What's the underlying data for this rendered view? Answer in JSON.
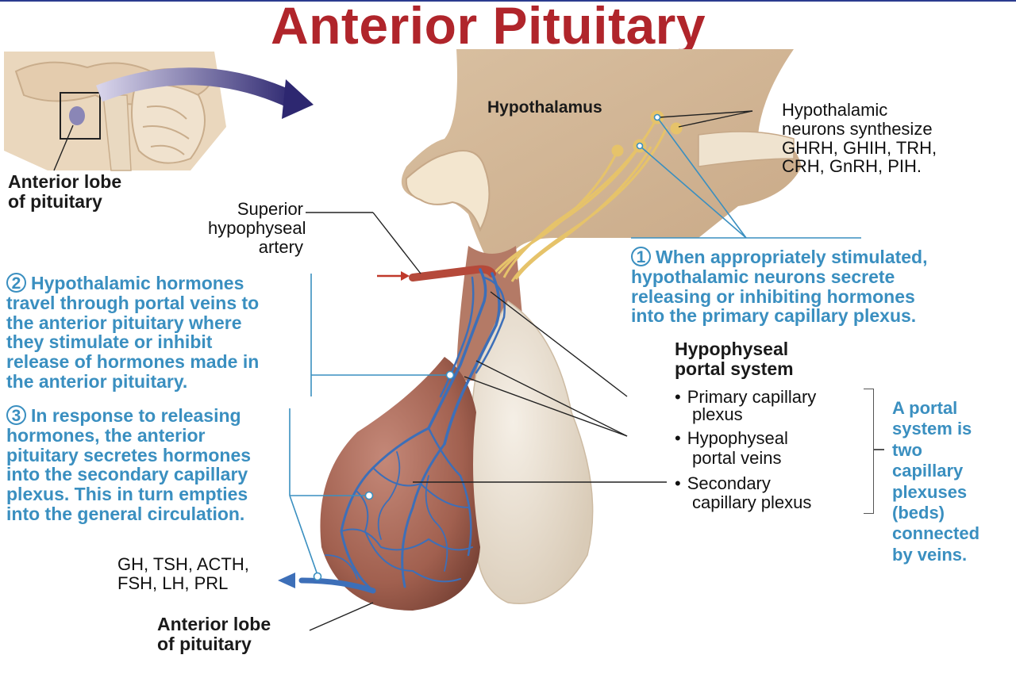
{
  "title": "Anterior Pituitary",
  "labels": {
    "anterior_lobe_inset": [
      "Anterior lobe",
      "of pituitary"
    ],
    "hypothalamus": "Hypothalamus",
    "hypothalamic_neurons": [
      "Hypothalamic",
      "neurons synthesize",
      "GHRH, GHIH, TRH,",
      "CRH, GnRH, PIH."
    ],
    "superior_artery": [
      "Superior",
      "hypophyseal",
      "artery"
    ],
    "portal_system_heading": [
      "Hypophyseal",
      "portal system"
    ],
    "primary_plexus": [
      "Primary capillary",
      "plexus"
    ],
    "portal_veins": [
      "Hypophyseal",
      "portal veins"
    ],
    "secondary_plexus": [
      "Secondary",
      "capillary plexus"
    ],
    "portal_note": [
      "A portal",
      "system is",
      "two",
      "capillary",
      "plexuses",
      "(beds)",
      "connected",
      "by veins."
    ],
    "hormones_out": [
      "GH, TSH, ACTH,",
      "FSH, LH, PRL"
    ],
    "anterior_lobe_bottom": [
      "Anterior lobe",
      "of pituitary"
    ]
  },
  "steps": [
    {
      "number": "1",
      "lines": [
        "When appropriately stimulated,",
        "hypothalamic neurons secrete",
        "releasing or inhibiting hormones",
        "into the primary capillary plexus."
      ]
    },
    {
      "number": "2",
      "lines": [
        "Hypothalamic hormones",
        "travel through portal veins to",
        "the anterior pituitary where",
        "they stimulate or inhibit",
        "release of hormones made in",
        "the anterior pituitary."
      ]
    },
    {
      "number": "3",
      "lines": [
        "In response to releasing",
        "hormones, the anterior",
        "pituitary secretes hormones",
        "into the secondary capillary",
        "plexus. This in turn empties",
        "into the general circulation."
      ]
    }
  ],
  "colors": {
    "title": "#b0252b",
    "step_text": "#3a8fc0",
    "vessels": "#3d6fb8",
    "artery": "#b5493a",
    "tissue": "#dcc4a6",
    "posterior_lobe": "#ece3d6",
    "anterior_lobe": "#a9695a",
    "neurons": "#e8c66a"
  }
}
